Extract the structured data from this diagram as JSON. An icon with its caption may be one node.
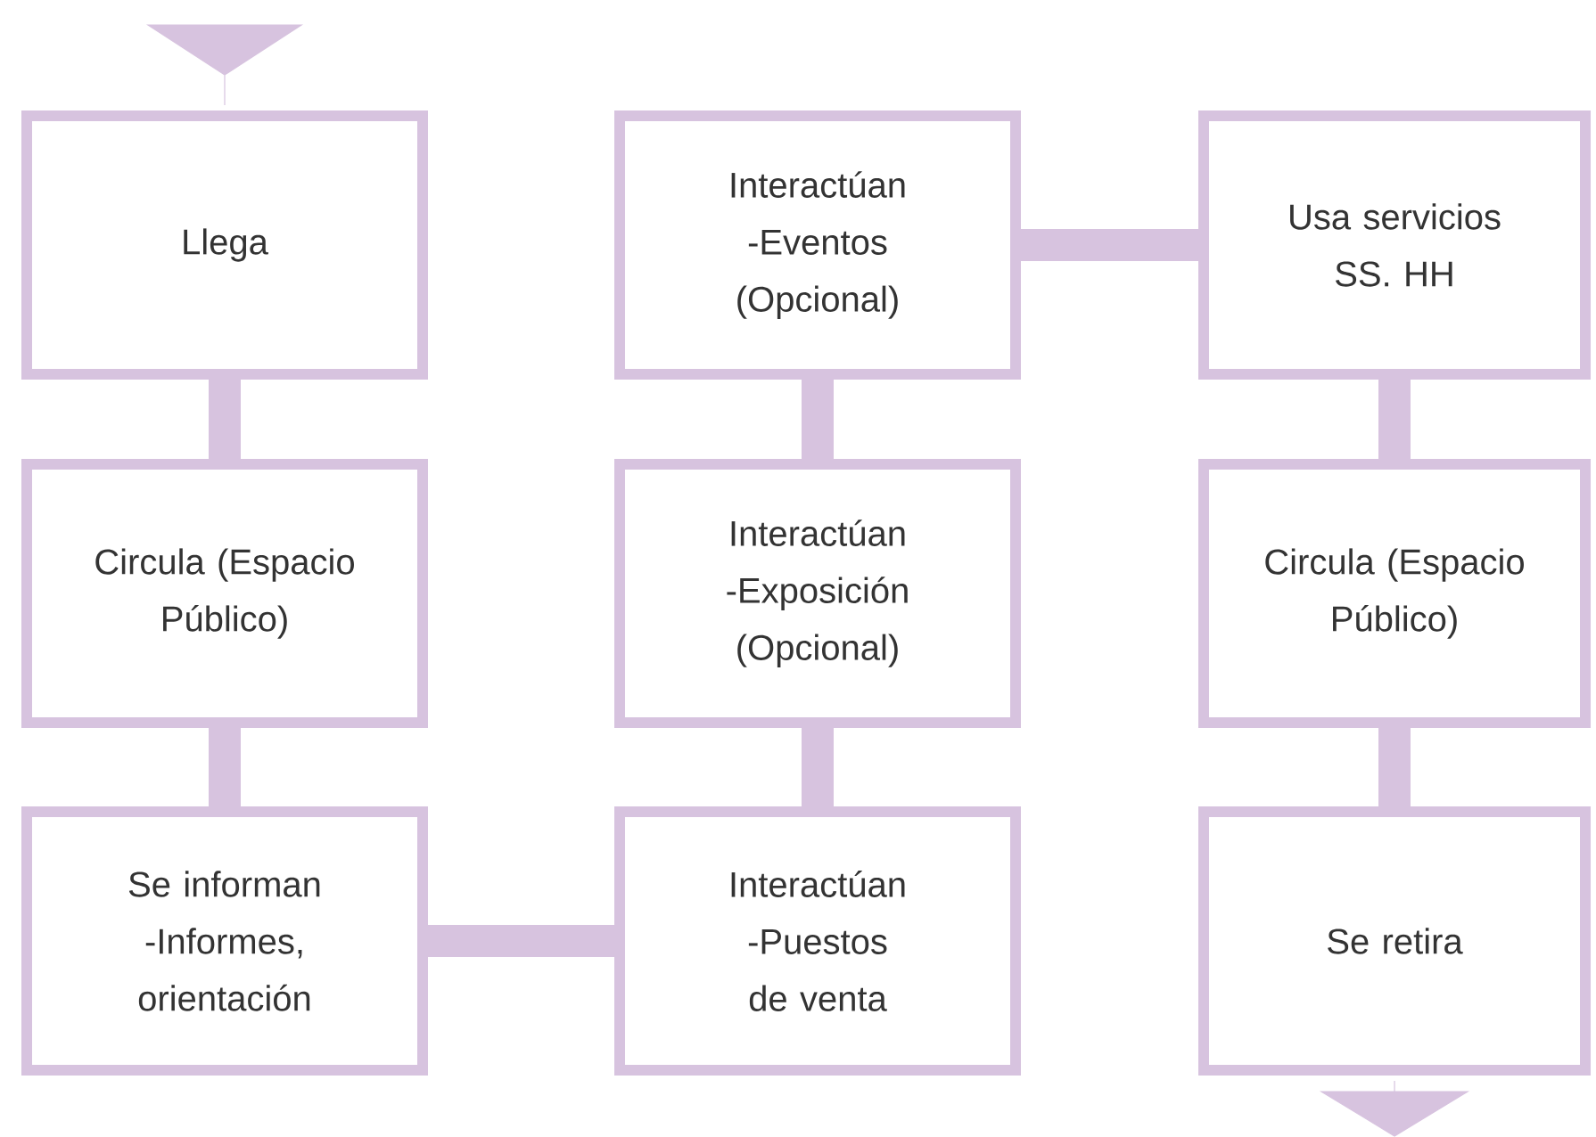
{
  "diagram": {
    "nodes": [
      {
        "text": [
          "Llega"
        ]
      },
      {
        "text": [
          "Interactúan -Eventos (Opcional)"
        ]
      },
      {
        "text": [
          "Usa servicios SS. HH"
        ]
      },
      {
        "text": [
          "Circula (Espacio Público)"
        ]
      },
      {
        "text": [
          "Interactúan -Exposición (Opcional)"
        ]
      },
      {
        "text": [
          "Circula (Espacio Público)"
        ]
      },
      {
        "text": [
          "Se informan -Informes, orientación"
        ]
      },
      {
        "text": [
          "Interactúan -Puestos de venta"
        ]
      },
      {
        "text": [
          "Se retira"
        ]
      }
    ],
    "edges": [
      {
        "from": null,
        "to": 0,
        "arrow": "to"
      },
      {
        "from": 0,
        "to": 3,
        "arrow": "none"
      },
      {
        "from": 3,
        "to": 6,
        "arrow": "none"
      },
      {
        "from": 6,
        "to": 7,
        "arrow": "none"
      },
      {
        "from": 7,
        "to": 4,
        "arrow": "none"
      },
      {
        "from": 4,
        "to": 1,
        "arrow": "none"
      },
      {
        "from": 1,
        "to": 2,
        "arrow": "none"
      },
      {
        "from": 2,
        "to": 5,
        "arrow": "none"
      },
      {
        "from": 5,
        "to": 8,
        "arrow": "none"
      },
      {
        "from": 8,
        "to": null,
        "arrow": "to"
      }
    ]
  }
}
